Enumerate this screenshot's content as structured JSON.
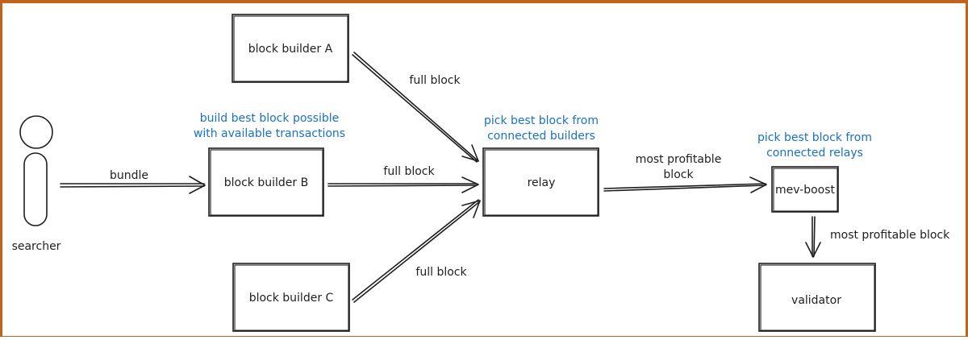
{
  "nodes": {
    "builder_a": "block builder A",
    "builder_b": "block builder B",
    "builder_c": "block builder C",
    "relay": "relay",
    "mev_boost": "mev-boost",
    "validator": "validator",
    "searcher": "searcher"
  },
  "edges": {
    "bundle": "bundle",
    "full_block_a": "full block",
    "full_block_b": "full block",
    "full_block_c": "full block",
    "relay_to_mev_line1": "most profitable",
    "relay_to_mev_line2": "block",
    "mev_to_validator": "most profitable block"
  },
  "annotations": {
    "builder_b_line1": "build best block possible",
    "builder_b_line2": "with available transactions",
    "relay_line1": "pick best block from",
    "relay_line2": "connected builders",
    "mev_line1": "pick best block from",
    "mev_line2": "connected relays"
  },
  "colors": {
    "border": "#c0641c",
    "annotation": "#1971c2",
    "stroke": "#1e1e1e"
  }
}
